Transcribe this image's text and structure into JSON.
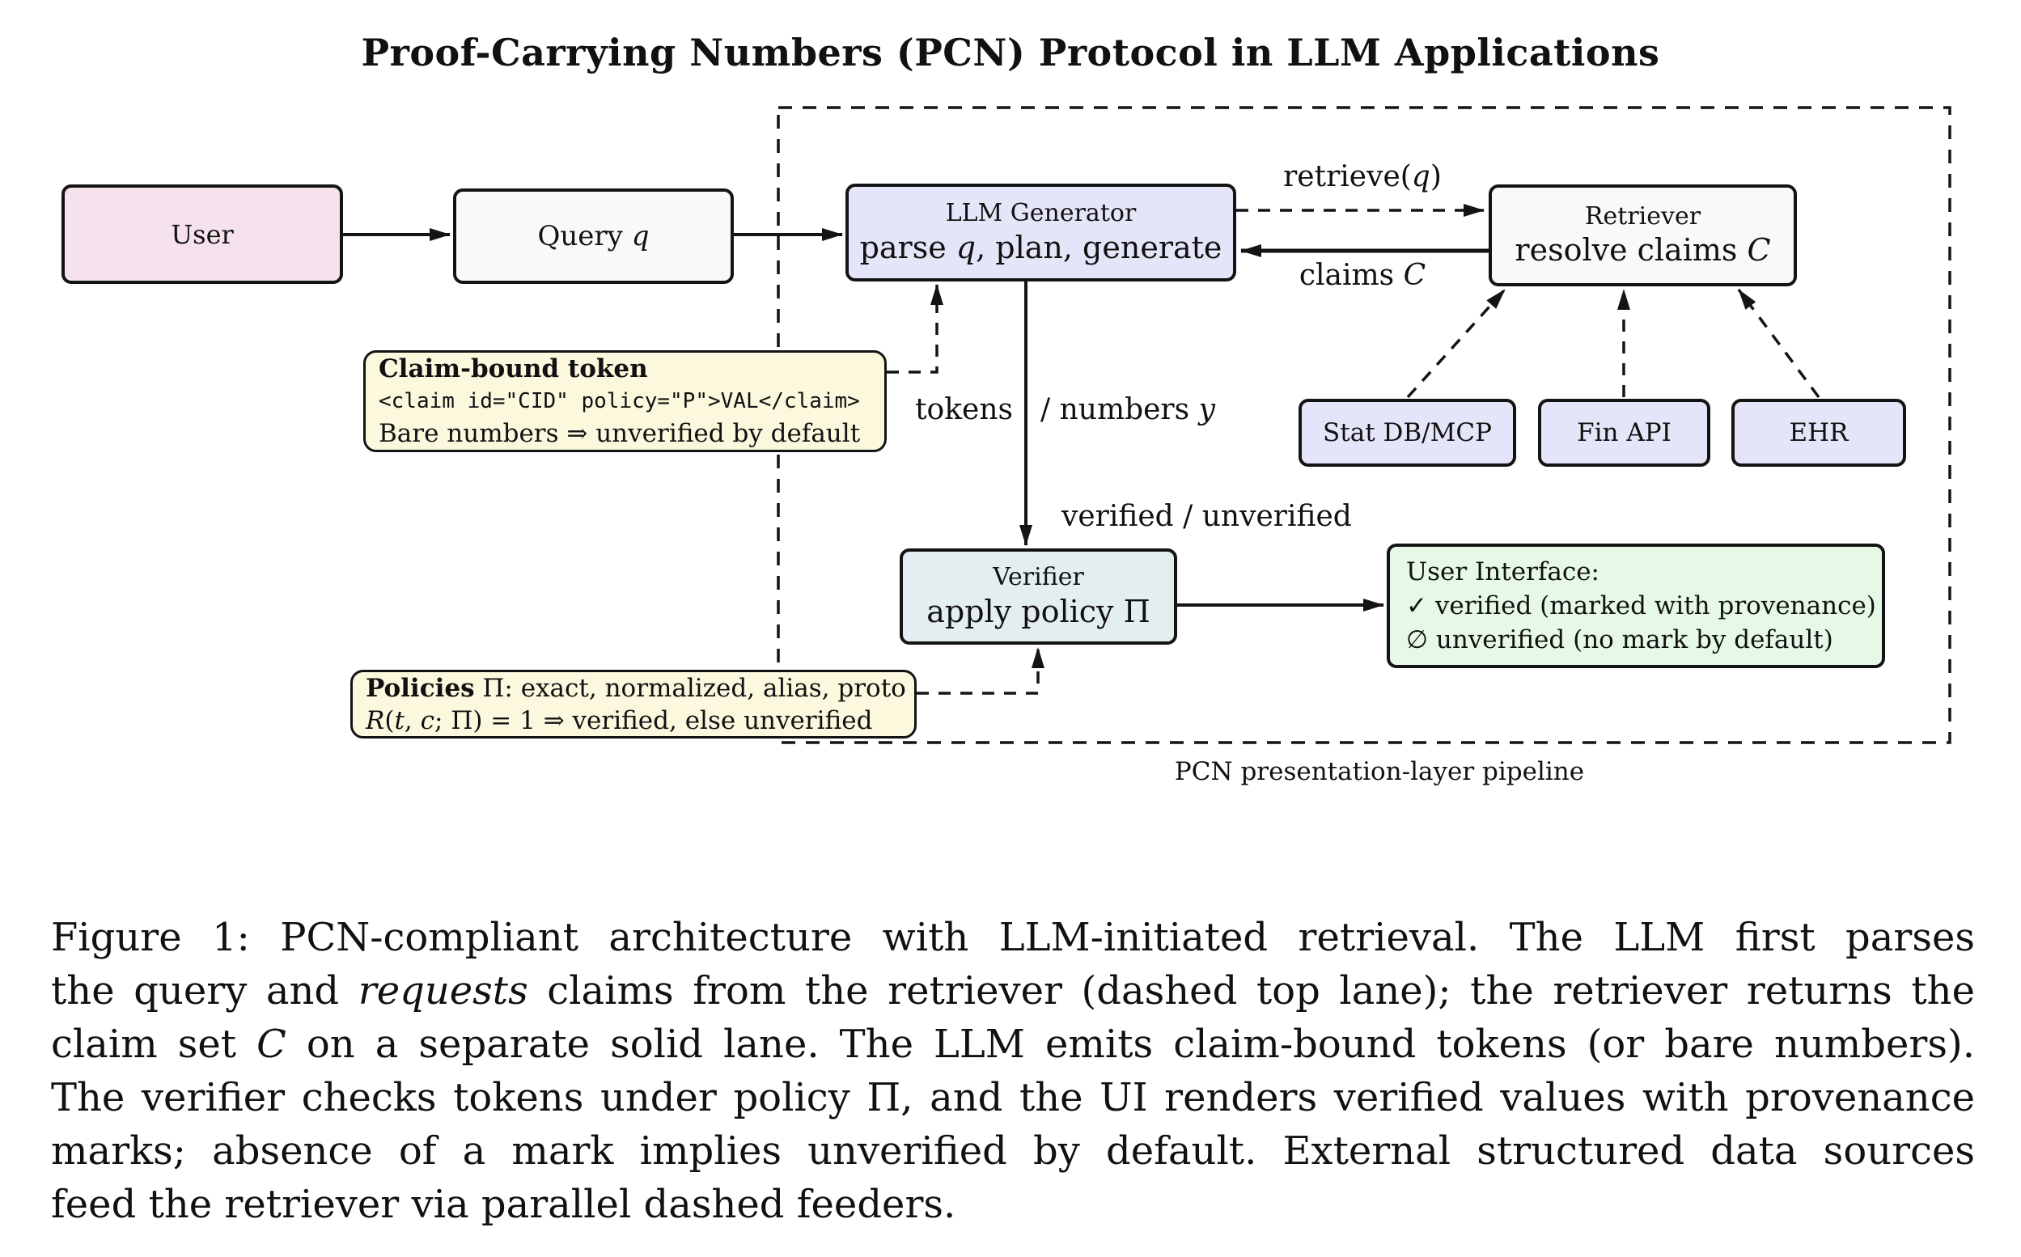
{
  "title": "Proof-Carrying Numbers (PCN) Protocol in LLM Applications",
  "diagram": {
    "boxes": {
      "user": {
        "label": "User"
      },
      "query": {
        "segments": [
          {
            "t": "Query "
          },
          {
            "t": "q",
            "i": 1
          }
        ]
      },
      "llm": {
        "title": "LLM Generator",
        "subtitle": [
          {
            "t": "parse "
          },
          {
            "t": "q",
            "i": 1
          },
          {
            "t": ", plan, generate"
          }
        ]
      },
      "retriever": {
        "title": "Retriever",
        "subtitle": [
          {
            "t": "resolve claims "
          },
          {
            "t": "C",
            "i": 1
          }
        ]
      },
      "stat_db": {
        "label": "Stat DB/MCP"
      },
      "fin_api": {
        "label": "Fin API"
      },
      "ehr": {
        "label": "EHR"
      },
      "verifier": {
        "title": "Verifier",
        "subtitle": [
          {
            "t": "apply policy Π"
          }
        ]
      },
      "ui": {
        "title": "User Interface:",
        "verified_line": "✓ verified (marked with provenance)",
        "unverified_line": "∅ unverified (no mark by default)"
      }
    },
    "notes": {
      "token": {
        "title": "Claim-bound token",
        "code": "<claim id=\"CID\" policy=\"P\">VAL</claim>",
        "note": "Bare numbers ⇒ unverified by default"
      },
      "policies": {
        "line1": [
          {
            "t": "Policies",
            "b": 1
          },
          {
            "t": " Π: exact, normalized, alias, proto"
          }
        ],
        "line2": [
          {
            "t": "R",
            "i": 1
          },
          {
            "t": "("
          },
          {
            "t": "t",
            "i": 1
          },
          {
            "t": ", "
          },
          {
            "t": "c",
            "i": 1
          },
          {
            "t": "; Π) = 1 ⇒ verified, else unverified"
          }
        ]
      }
    },
    "edge_labels": {
      "retrieve": [
        {
          "t": "retrieve("
        },
        {
          "t": "q",
          "i": 1
        },
        {
          "t": ")"
        }
      ],
      "claims": [
        {
          "t": "claims "
        },
        {
          "t": "C",
          "i": 1
        }
      ],
      "tokens_left": [
        {
          "t": "tokens"
        }
      ],
      "tokens_right": [
        {
          "t": "/ numbers "
        },
        {
          "t": "y",
          "i": 1
        }
      ],
      "verified": "verified / unverified",
      "pipeline_caption": "PCN presentation-layer pipeline"
    },
    "colors": {
      "user_fill": "#f6e2ec",
      "neutral_fill": "#f9f9f9",
      "lavender_fill": "#e5e5f9",
      "verifier_fill": "#e3eef0",
      "ui_fill": "#e6f9e6",
      "note_fill": "#fbf8de",
      "stroke": "#141414"
    }
  },
  "caption": {
    "lines": [
      [
        {
          "t": "Figure 1: PCN-compliant architecture with LLM-initiated retrieval. The LLM first parses"
        }
      ],
      [
        {
          "t": "the query and "
        },
        {
          "t": "requests",
          "i": 1
        },
        {
          "t": " claims from the retriever (dashed top lane); the retriever returns the"
        }
      ],
      [
        {
          "t": "claim set "
        },
        {
          "t": "C",
          "i": 1
        },
        {
          "t": " on a separate solid lane. The LLM emits claim-bound tokens (or bare numbers)."
        }
      ],
      [
        {
          "t": "The verifier checks tokens under policy Π, and the UI renders verified values with provenance"
        }
      ],
      [
        {
          "t": "marks; absence of a mark implies unverified by default. External structured data sources"
        }
      ],
      [
        {
          "t": "feed the retriever via parallel dashed feeders."
        }
      ]
    ]
  }
}
